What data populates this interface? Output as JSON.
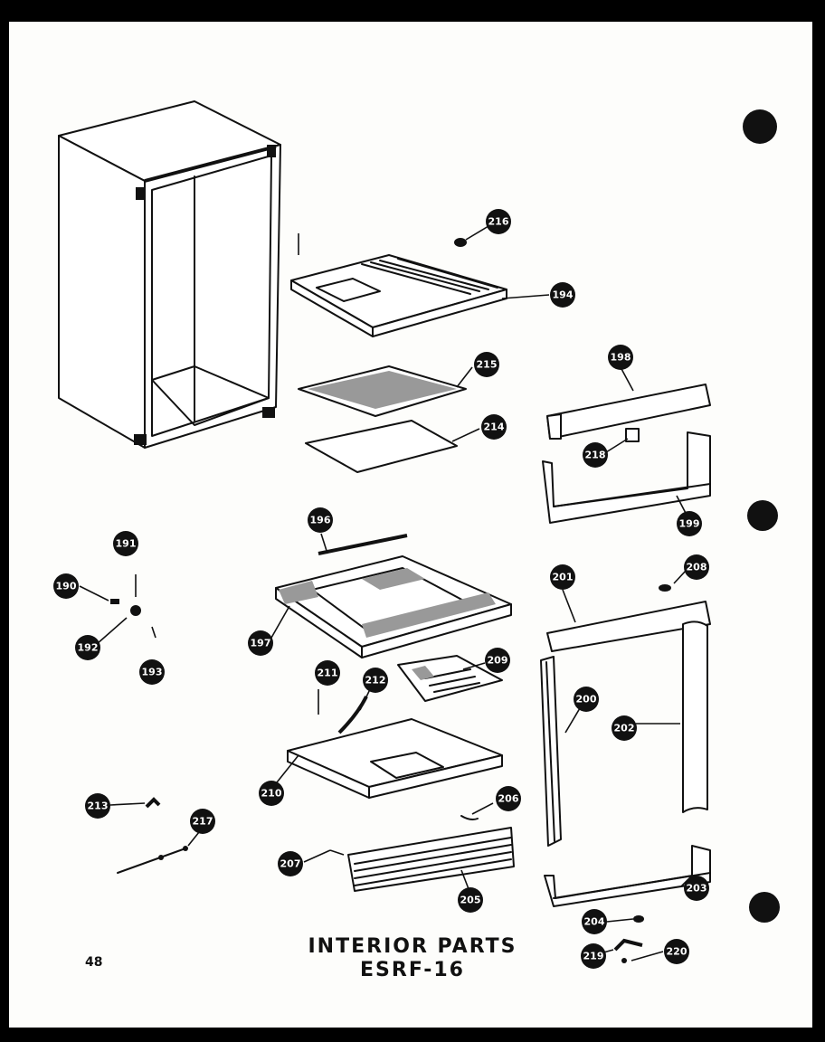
{
  "title": "INTERIOR PARTS",
  "model": "ESRF-16",
  "page_number": "48",
  "callouts": {
    "p190": "190",
    "p191": "191",
    "p192": "192",
    "p193": "193",
    "p194": "194",
    "p196": "196",
    "p197": "197",
    "p198": "198",
    "p199": "199",
    "p200": "200",
    "p201": "201",
    "p202": "202",
    "p203": "203",
    "p204": "204",
    "p205": "205",
    "p206": "206",
    "p207": "207",
    "p208": "208",
    "p209": "209",
    "p210": "210",
    "p211": "211",
    "p212": "212",
    "p213": "213",
    "p214": "214",
    "p215": "215",
    "p216": "216",
    "p217": "217",
    "p218": "218",
    "p219": "219",
    "p220": "220"
  }
}
